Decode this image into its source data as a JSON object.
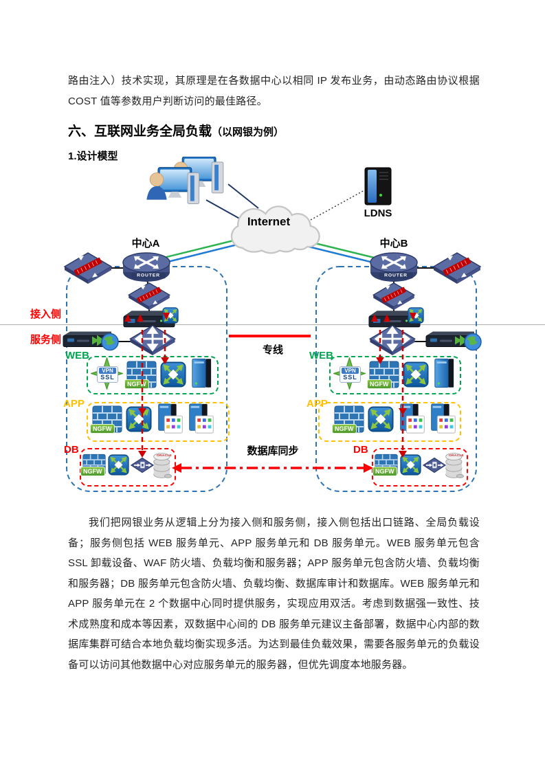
{
  "page": {
    "paragraph_top": "路由注入）技术实现，其原理是在各数据中心以相同 IP 发布业务，由动态路由协议根据 COST 值等参数用户判断访问的最佳路径。",
    "heading": {
      "main": "六、互联网业务全局负载",
      "paren": "（以网银为例）"
    },
    "subheading": "1.设计模型",
    "paragraph_bottom": "我们把网银业务从逻辑上分为接入侧和服务侧，接入侧包括出口链路、全局负载设备；服务侧包括 WEB 服务单元、APP 服务单元和 DB 服务单元。WEB 服务单元包含 SSL 卸载设备、WAF 防火墙、负载均衡和服务器；APP 服务单元包含防火墙、负载均衡和服务器；DB 服务单元包含防火墙、负载均衡、数据库审计和数据库。WEB 服务单元和 APP 服务单元在 2 个数据中心同时提供服务，实现应用双活。考虑到数据强一致性、技术成熟度和成本等因素，双数据中心间的 DB 服务单元建议主备部署，数据中心内部的数据库集群可结合本地负载均衡实现多活。为达到最佳负载效果，需要各服务单元的负载设备可以访问其他数据中心对应服务单元的服务器，但优先调度本地服务器。"
  },
  "diagram": {
    "internet_label": "Internet",
    "ldns_label": "LDNS",
    "center_a": "中心A",
    "center_b": "中心B",
    "router_label": "ROUTER",
    "access_side": "接入侧",
    "service_side": "服务侧",
    "dedicated_line": "专线",
    "db_sync": "数据库同步",
    "tiers": {
      "web": "WEB",
      "app": "APP",
      "db": "DB"
    },
    "device_labels": {
      "ngfw": "NGFW",
      "vpn": "VPN",
      "ssl": "SSL",
      "oracle": "ORACLE"
    },
    "colors": {
      "web_green": "#00A550",
      "app_orange": "#FFC000",
      "db_red": "#FF0000",
      "boundary_blue": "#2E74B5",
      "line_green": "#2EB353",
      "line_blue": "#1F7BD4",
      "link_navy": "#1F3864",
      "device_blue": "#5B6CA3"
    }
  }
}
